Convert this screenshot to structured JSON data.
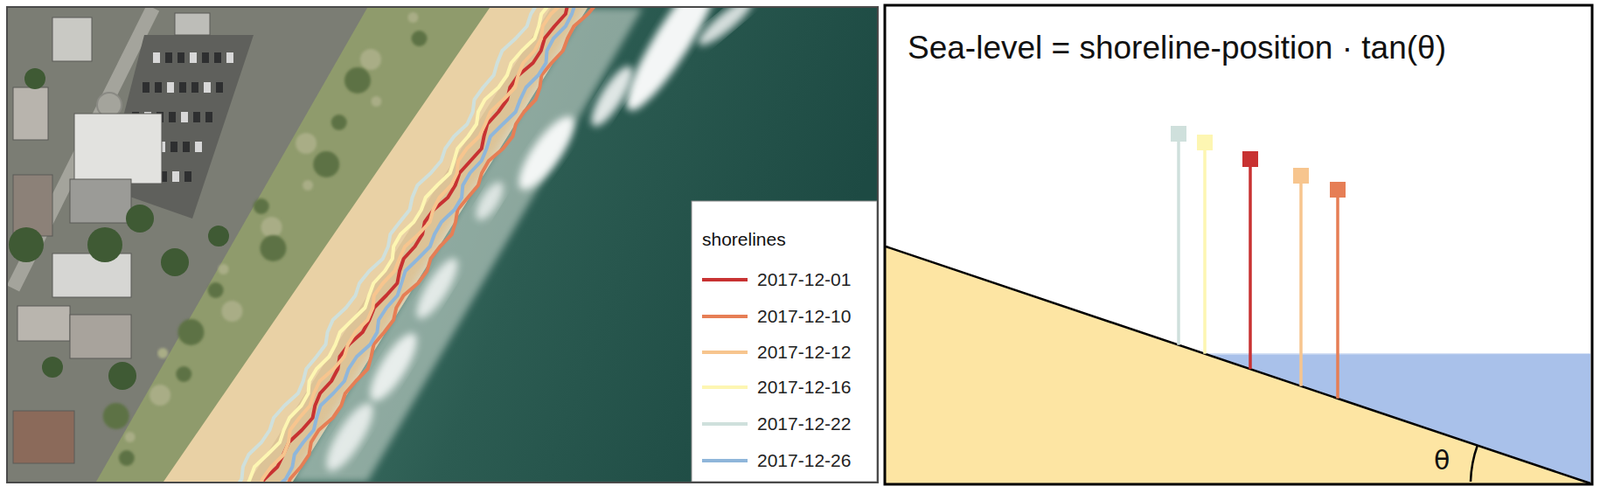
{
  "diagram": {
    "labels": [
      "Sea-level = shoreline-position · tan(θ)",
      "shorelines",
      "θ"
    ],
    "legend": [
      {
        "text": "2017-12-01",
        "color": "#c83232"
      },
      {
        "text": "2017-12-10",
        "color": "#e67e55"
      },
      {
        "text": "2017-12-12",
        "color": "#f7c58e"
      },
      {
        "text": "2017-12-16",
        "color": "#fdf6b2"
      },
      {
        "text": "2017-12-22",
        "color": "#cfe0dc"
      },
      {
        "text": "2017-12-26",
        "color": "#8fb6da"
      }
    ]
  }
}
